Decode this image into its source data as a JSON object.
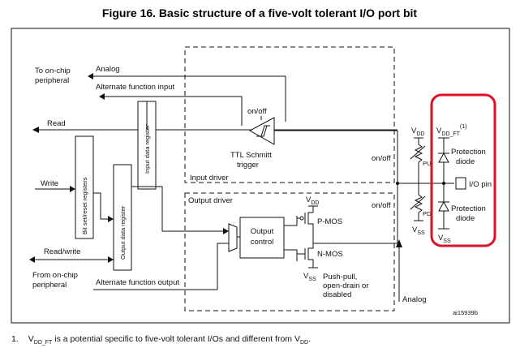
{
  "title": "Figure 16. Basic structure of a five-volt tolerant I/O port bit",
  "labels": {
    "to_onchip": "To on-chip",
    "peripheral": "peripheral",
    "analog_top": "Analog",
    "alt_input": "Alternate function input",
    "read": "Read",
    "write": "Write",
    "read_write": "Read/write",
    "from_onchip": "From on-chip",
    "alt_output": "Alternate function output",
    "bit_set_reset": "Bit set/reset registers",
    "input_data_register": "Input data register",
    "output_data_register": "Output data register",
    "on_off_1": "on/off",
    "on_off_2": "on/off",
    "on_off_3": "on/off",
    "ttl_schmitt": "TTL Schmitt",
    "trigger": "trigger",
    "input_driver": "Input driver",
    "output_driver": "Output driver",
    "output": "Output",
    "control": "control",
    "pmos": "P-MOS",
    "nmos": "N-MOS",
    "vdd_main": "V",
    "vdd_sub": "DD",
    "vss_main": "V",
    "vss_sub": "SS",
    "vddft_sub": "DD_FT",
    "note_ref": "(1)",
    "push_pull": "Push-pull,",
    "open_drain": "open-drain or",
    "disabled": "disabled",
    "analog_bottom": "Analog",
    "pu": "PU",
    "pd": "PD",
    "protection": "Protection",
    "diode": "diode",
    "io_pin": "I/O pin",
    "ref": "ai15939b"
  },
  "footnote": {
    "number": "1.",
    "v_prefix": "V",
    "v_sub1": "DD_FT",
    "middle": " is a potential specific to five-volt tolerant I/Os and different from V",
    "v_sub2": "DD",
    "end": "."
  },
  "colors": {
    "highlight": "#e0102a",
    "line": "#111111"
  }
}
